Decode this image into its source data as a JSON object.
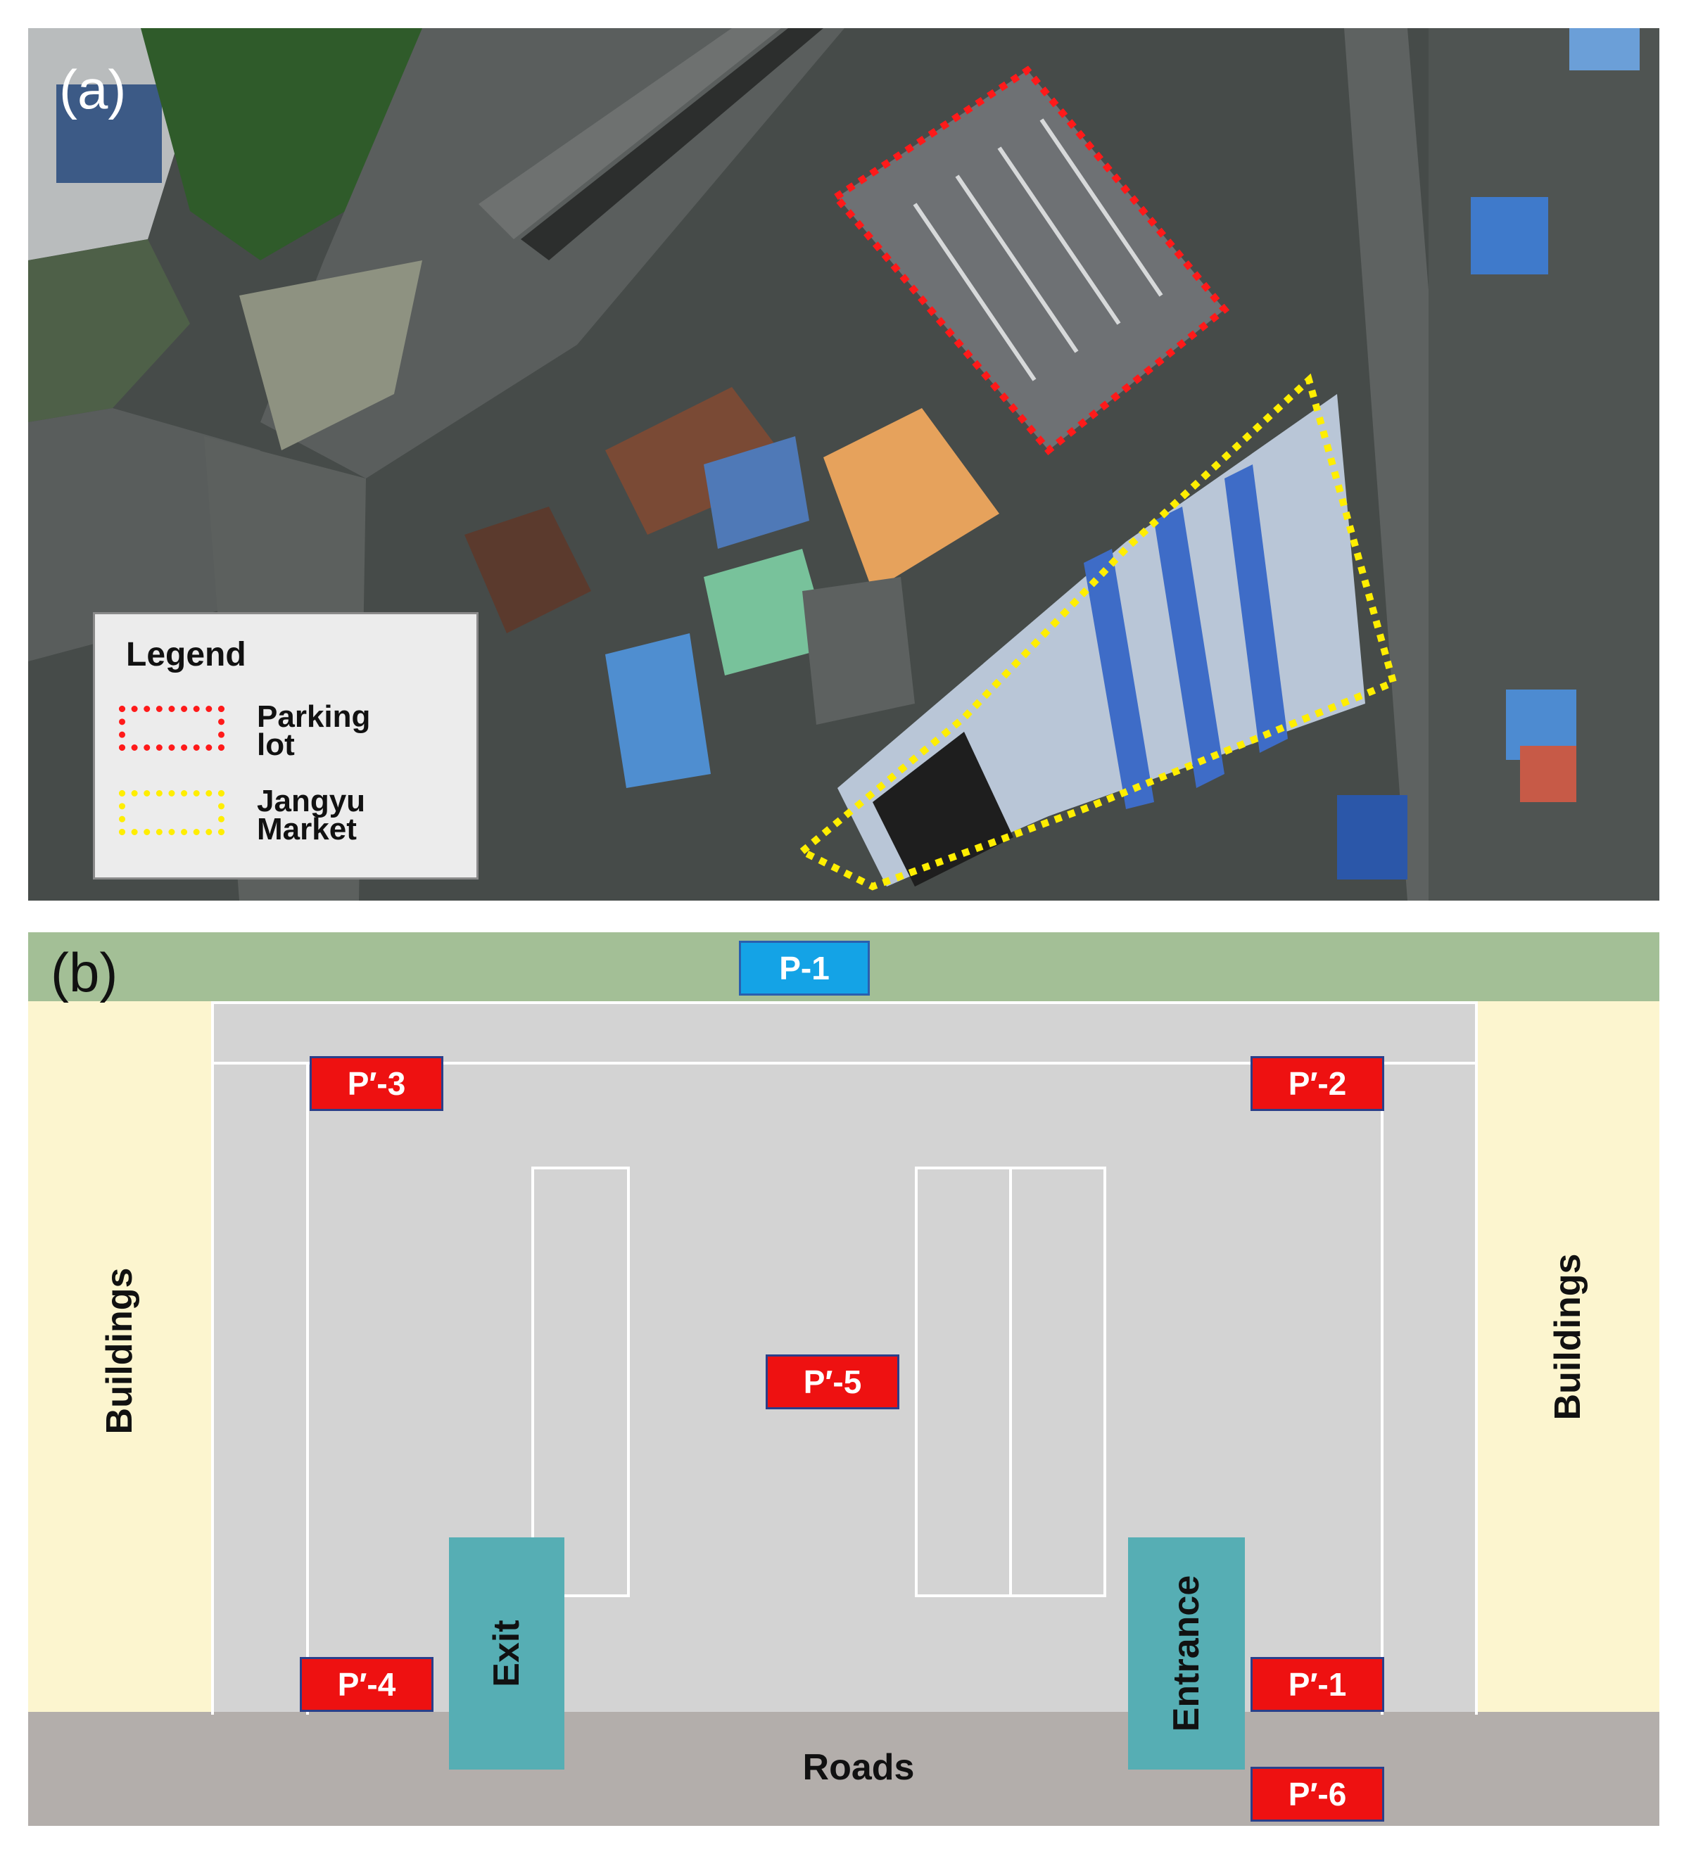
{
  "panel_a": {
    "tag": "(a)",
    "legend": {
      "title": "Legend",
      "items": [
        {
          "label_line1": "Parking",
          "label_line2": "lot",
          "color": "#ff1a1a"
        },
        {
          "label_line1": "Jangyu",
          "label_line2": "Market",
          "color": "#ffee00"
        }
      ]
    }
  },
  "panel_b": {
    "tag": "(b)",
    "labels": {
      "buildings_left": "Buildings",
      "buildings_right": "Buildings",
      "roads": "Roads",
      "exit": "Exit",
      "entrance": "Entrance"
    },
    "points": {
      "p1": "P-1",
      "pp1": "P′-1",
      "pp2": "P′-2",
      "pp3": "P′-3",
      "pp4": "P′-4",
      "pp5": "P′-5",
      "pp6": "P′-6"
    },
    "colors": {
      "point_red": "#ee1111",
      "point_blue": "#14a3e6",
      "gate": "#56aeb4",
      "buildings": "#fcf5cf",
      "green_strip": "#a3bf96",
      "roads": "#b3aeab"
    }
  }
}
